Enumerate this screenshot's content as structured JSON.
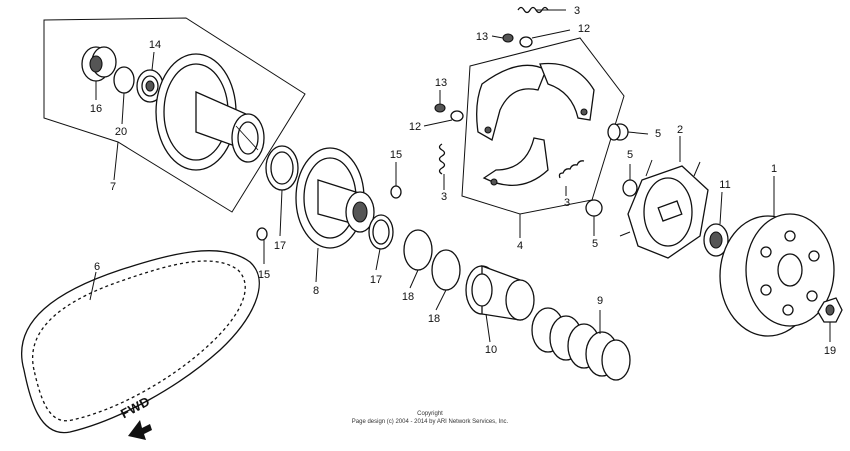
{
  "callouts": {
    "c1": "1",
    "c2": "2",
    "c3a": "3",
    "c3b": "3",
    "c3c": "3",
    "c4": "4",
    "c5a": "5",
    "c5b": "5",
    "c5c": "5",
    "c6": "6",
    "c7": "7",
    "c8": "8",
    "c9": "9",
    "c10": "10",
    "c11": "11",
    "c12a": "12",
    "c12b": "12",
    "c13a": "13",
    "c13b": "13",
    "c14": "14",
    "c15a": "15",
    "c15b": "15",
    "c16": "16",
    "c17a": "17",
    "c17b": "17",
    "c18a": "18",
    "c18b": "18",
    "c19": "19",
    "c20": "20"
  },
  "direction_label": "FWD",
  "copyright": {
    "line1": "Copyright",
    "line2": "Page design (c) 2004 - 2014 by ARI Network Services, Inc."
  }
}
